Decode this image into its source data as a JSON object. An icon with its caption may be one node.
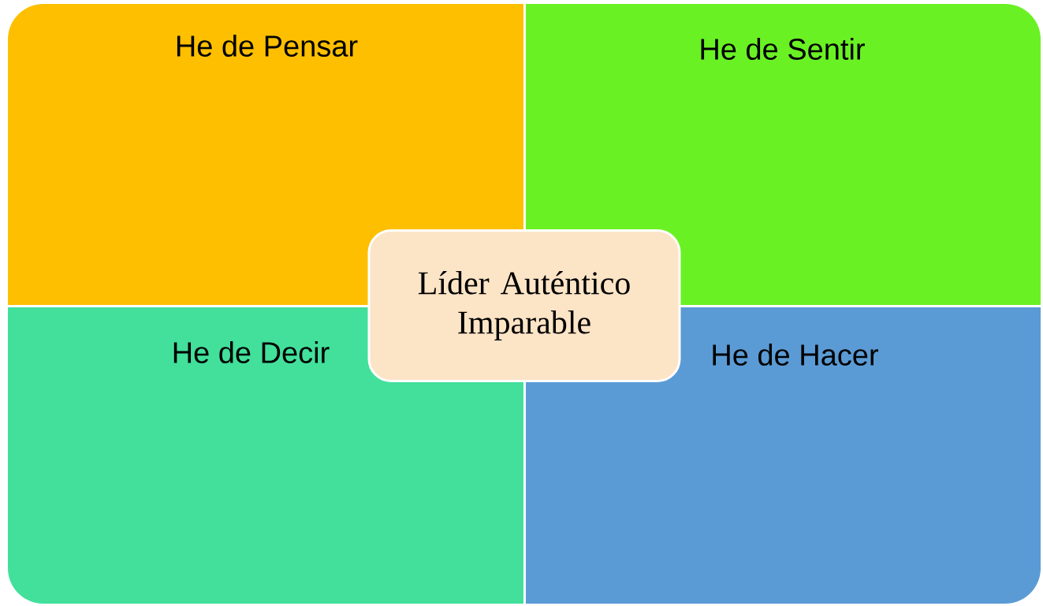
{
  "diagram": {
    "nodes": [
      {
        "text": [
          "He de Pensar"
        ]
      },
      {
        "text": [
          "He de Sentir"
        ]
      },
      {
        "text": [
          "Líder Auténtico Imparable"
        ]
      },
      {
        "text": [
          "He de Decir"
        ]
      },
      {
        "text": [
          "He de Hacer"
        ]
      }
    ]
  }
}
